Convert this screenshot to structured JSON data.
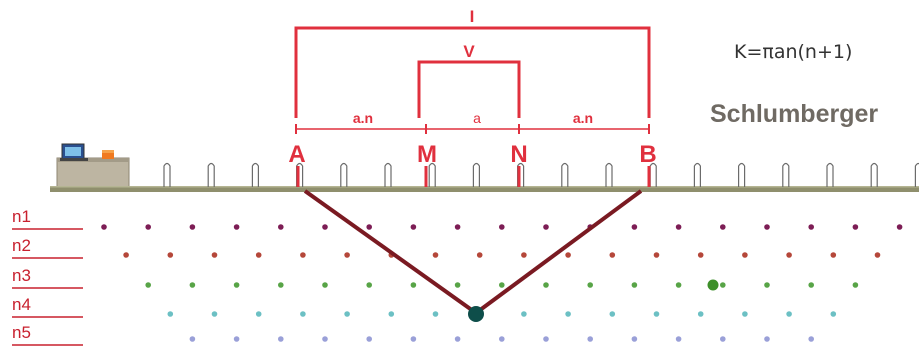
{
  "formula": "K=πan(n+1)",
  "array_name": "Schlumberger",
  "current_label": "I",
  "voltage_label": "V",
  "electrodes": [
    "A",
    "M",
    "N",
    "B"
  ],
  "spacing_labels": [
    "a.n",
    "a",
    "a.n"
  ],
  "levels": [
    {
      "label": "n1",
      "color": "#7d1d55",
      "count": 19
    },
    {
      "label": "n2",
      "color": "#b5473a",
      "count": 18
    },
    {
      "label": "n3",
      "color": "#58a447",
      "count": 17
    },
    {
      "label": "n4",
      "color": "#6cc0c4",
      "count": 16
    },
    {
      "label": "n5",
      "color": "#9aa0d8",
      "count": 15
    }
  ],
  "colors": {
    "accent": "#e0303e",
    "wire": "#7a1a22",
    "ground": "#8a8a6a",
    "measure_point": "#0e4e4a",
    "brand_text": "#6f6a63"
  }
}
